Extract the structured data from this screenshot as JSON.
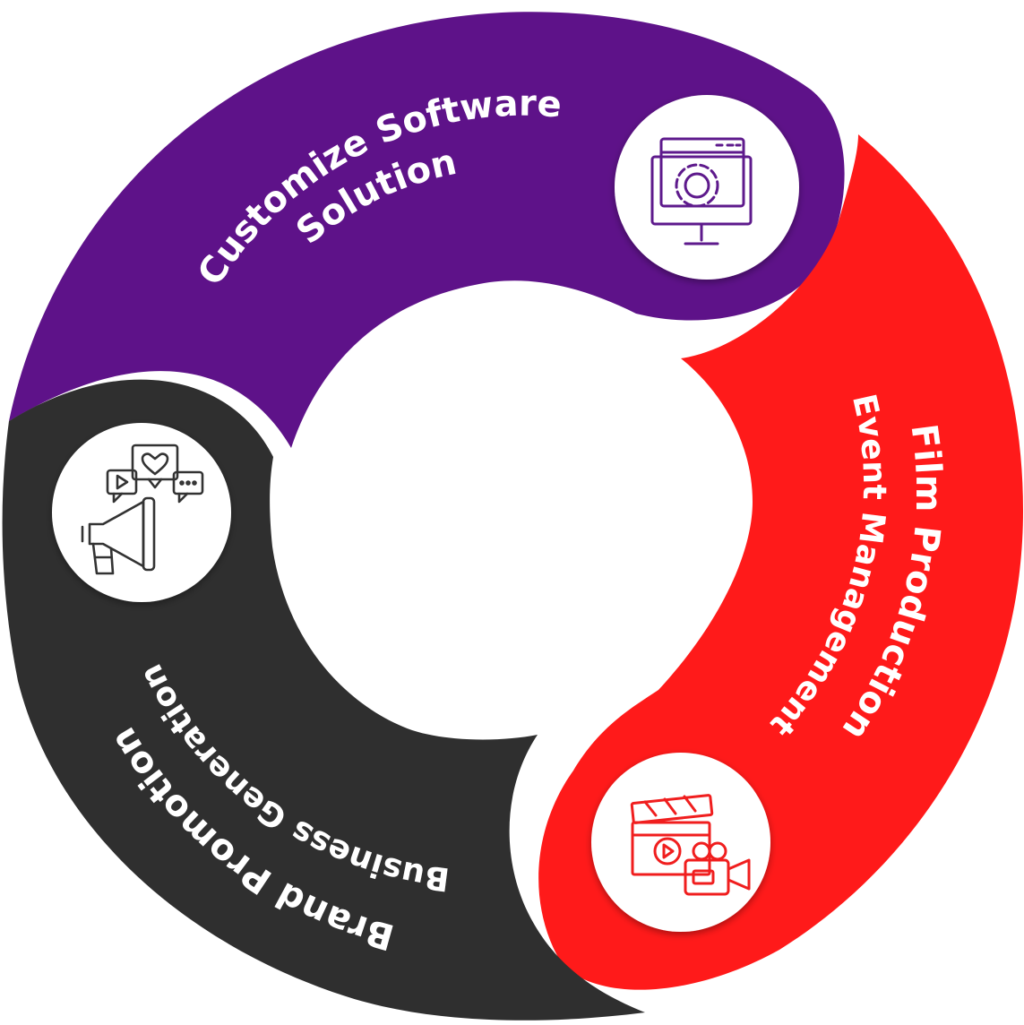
{
  "segments": [
    {
      "id": "software",
      "lines": [
        "Customize Software",
        "Solution"
      ],
      "color": "#5e1289",
      "icon": "monitor-gear-icon",
      "icon_color": "#5e1a8c"
    },
    {
      "id": "film",
      "lines": [
        "Film Production",
        "Event Management"
      ],
      "color": "#ff1a1a",
      "icon": "clapperboard-camera-icon",
      "icon_color": "#f01e1e"
    },
    {
      "id": "brand",
      "lines": [
        "Brand Promotion",
        "Business Generation"
      ],
      "color": "#2f2f2f",
      "icon": "megaphone-social-icon",
      "icon_color": "#333333"
    }
  ]
}
